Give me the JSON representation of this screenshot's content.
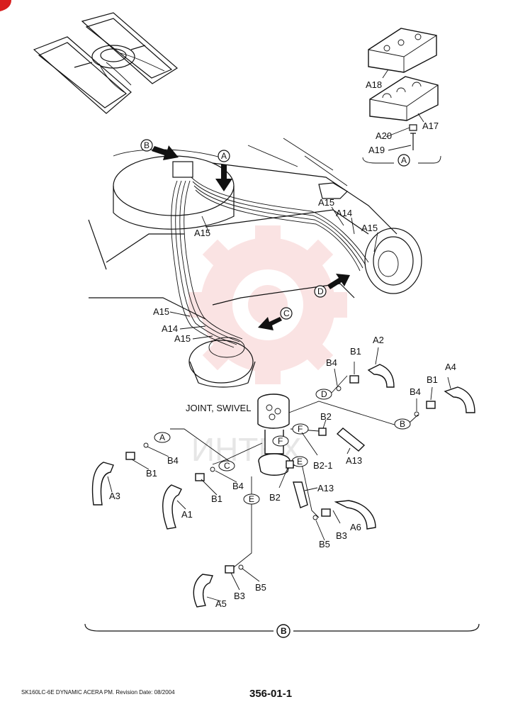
{
  "footer": {
    "manual": "SK160LC-6E DYNAMIC ACERA PM. Revision Date: 08/2004",
    "page": "356-01-1"
  },
  "watermark_text": "ИНТЕХ",
  "watermark_color": "#f3b0b0",
  "corner_marker_color": "#d81e1e",
  "section_markers": {
    "A": "A",
    "B": "B",
    "C": "C",
    "D": "D",
    "E": "E",
    "F": "F"
  },
  "labels": {
    "joint_swivel": "JOINT, SWIVEL",
    "A1": "A1",
    "A2": "A2",
    "A3": "A3",
    "A4": "A4",
    "A5": "A5",
    "A6": "A6",
    "A13": "A13",
    "A14": "A14",
    "A15": "A15",
    "A17": "A17",
    "A18": "A18",
    "A19": "A19",
    "A20": "A20",
    "B1": "B1",
    "B2": "B2",
    "B2_1": "B2-1",
    "B3": "B3",
    "B4": "B4",
    "B5": "B5"
  }
}
